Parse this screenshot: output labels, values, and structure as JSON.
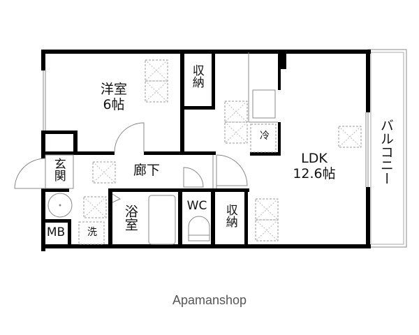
{
  "floorplan": {
    "rooms": {
      "western_room": {
        "name": "洋室",
        "size": "6帖"
      },
      "closet_1": {
        "label": "収納"
      },
      "ldk": {
        "name": "LDK",
        "size": "12.6帖"
      },
      "fridge": {
        "label": "冷"
      },
      "balcony": {
        "label": "バルコニー"
      },
      "entrance": {
        "label": "玄関"
      },
      "hallway": {
        "label": "廊下"
      },
      "bathroom": {
        "label": "浴室"
      },
      "wc": {
        "label": "WC"
      },
      "closet_2": {
        "label": "収納"
      },
      "meter_box": {
        "label": "MB"
      },
      "washer": {
        "label": "洗"
      }
    },
    "colors": {
      "wall": "#000000",
      "thin_line": "#888888",
      "dashed": "#999999"
    }
  },
  "footer": {
    "brand": "Apamanshop"
  }
}
